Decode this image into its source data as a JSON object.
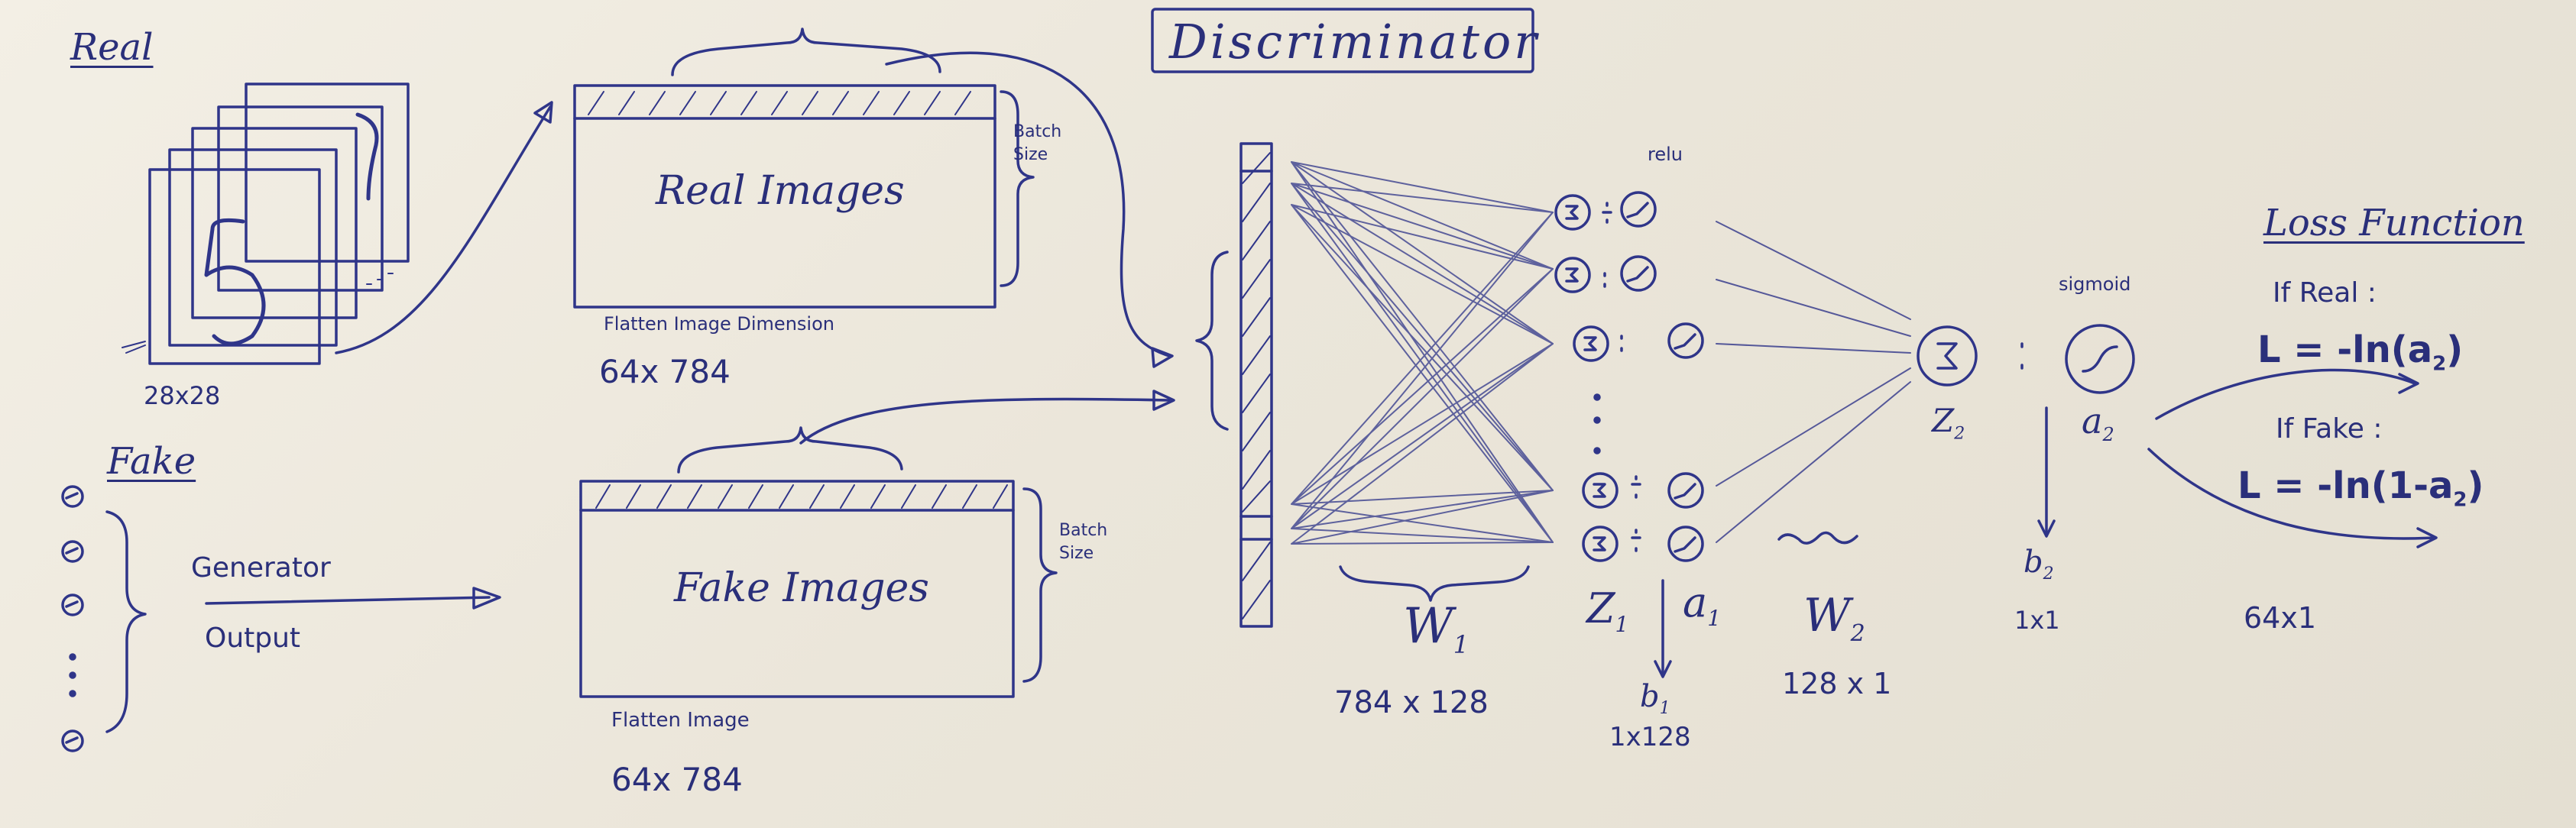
{
  "title": "Discriminator",
  "real": {
    "label": "Real",
    "digit": "5",
    "digit_back": "7",
    "size_label": "28x28"
  },
  "real_batch": {
    "label": "Real Images",
    "batch_size": "Batch\nSize",
    "flatten_label": "Flatten Image Dimension",
    "shape": "64x 784"
  },
  "fake": {
    "label": "Fake",
    "generator": "Generator",
    "output": "Output"
  },
  "fake_batch": {
    "label": "Fake Images",
    "batch_size": "Batch\nSize",
    "flatten_label": "Flatten Image",
    "shape": "64x 784"
  },
  "network": {
    "relu": "relu",
    "sigmoid": "sigmoid",
    "w1": "W",
    "w1_sub": "1",
    "w1_shape": "784 x 128",
    "z1": "Z",
    "z1_sub": "1",
    "a1": "a",
    "a1_sub": "1",
    "b1": "b",
    "b1_sub": "1",
    "b1_shape": "1x128",
    "w2": "W",
    "w2_sub": "2",
    "w2_shape": "128 x 1",
    "z2": "Z",
    "z2_sub": "2",
    "a2": "a",
    "a2_sub": "2",
    "b2": "b",
    "b2_sub": "2",
    "b2_shape": "1x1",
    "out_shape": "64x1"
  },
  "loss": {
    "title": "Loss Function",
    "if_real": "If Real :",
    "real_formula": "L = -ln(a",
    "real_formula_sub": "2",
    "real_formula_end": ")",
    "if_fake": "If Fake :",
    "fake_formula": "L = -ln(1-a",
    "fake_formula_sub": "2",
    "fake_formula_end": ")"
  },
  "colors": {
    "ink": "#2f3589",
    "paper": "#efeadf"
  }
}
